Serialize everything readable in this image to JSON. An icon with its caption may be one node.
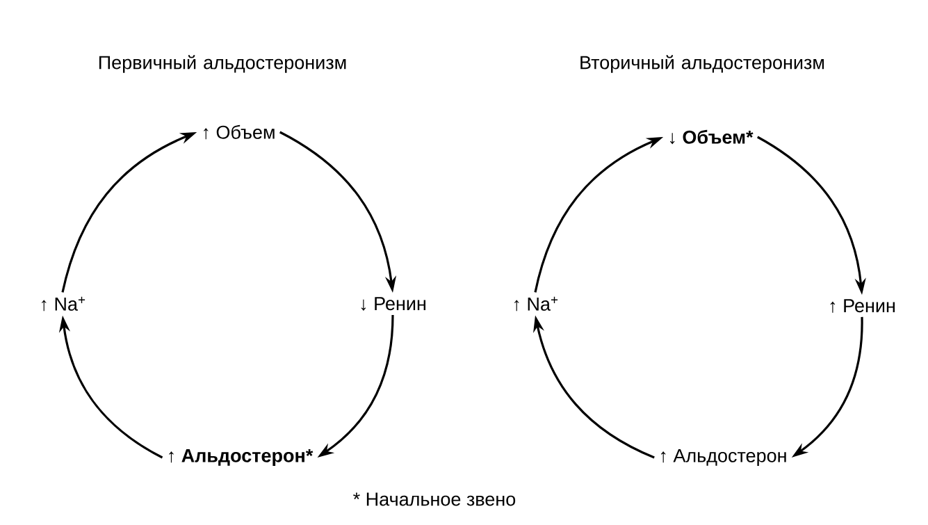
{
  "diagram": {
    "nodes": [
      {
        "text": [
          "↑ Объем"
        ]
      },
      {
        "text": [
          "↓ Ренин"
        ]
      },
      {
        "text": [
          "↑ Альдостерон*"
        ]
      },
      {
        "text": [
          "↑ Na$^{+}$"
        ]
      },
      {
        "text": [
          "↓ Объем*"
        ]
      },
      {
        "text": [
          "↑ Ренин"
        ]
      },
      {
        "text": [
          "↑ Альдостерон"
        ]
      },
      {
        "text": [
          "↑ Na$^{+}$"
        ]
      }
    ],
    "edges": [
      {
        "from": 0,
        "to": 1,
        "arrow": "to"
      },
      {
        "from": 1,
        "to": 2,
        "arrow": "to"
      },
      {
        "from": 2,
        "to": 3,
        "arrow": "to"
      },
      {
        "from": 3,
        "to": 0,
        "arrow": "to"
      },
      {
        "from": 4,
        "to": 5,
        "arrow": "to"
      },
      {
        "from": 5,
        "to": 6,
        "arrow": "to"
      },
      {
        "from": 6,
        "to": 7,
        "arrow": "to"
      },
      {
        "from": 7,
        "to": 4,
        "arrow": "to"
      }
    ],
    "labels": [
      "Первичный альдостеронизм",
      "Вторичный альдостеронизм",
      "* Начальное звено"
    ]
  }
}
